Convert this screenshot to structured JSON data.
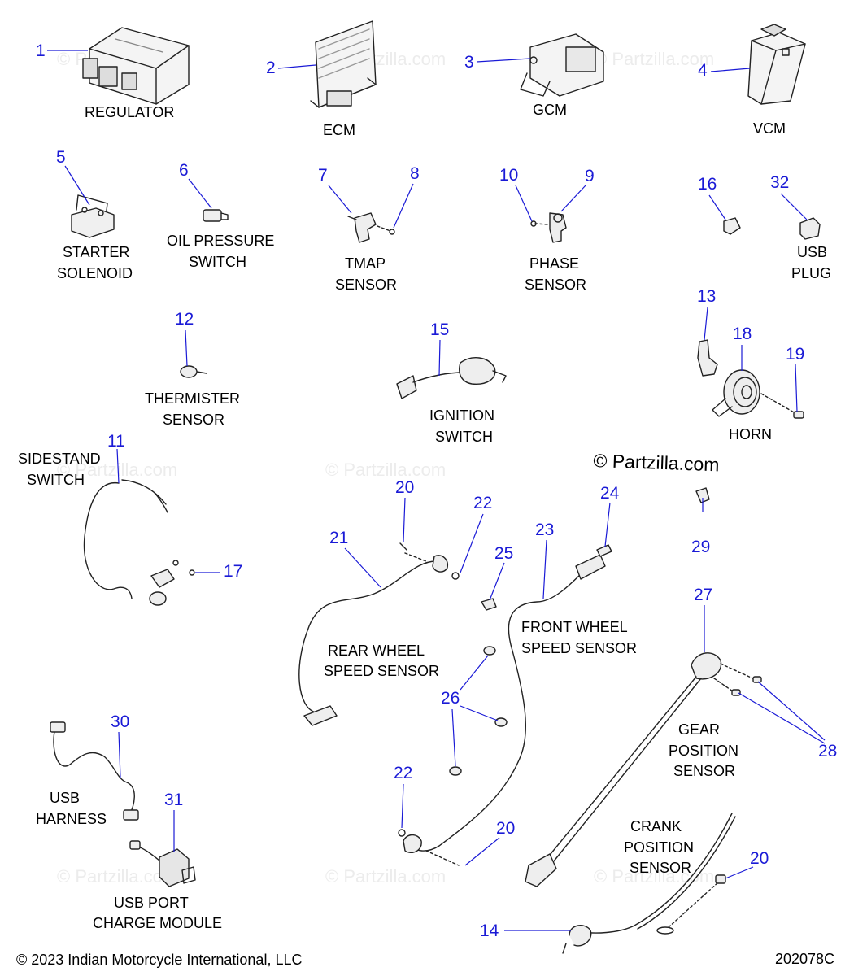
{
  "watermark": "© Partzilla.com",
  "brand_mark": "© Partzilla.com",
  "copyright": "© 2023 Indian Motorcycle International, LLC",
  "diagram_code": "202078C",
  "labels": {
    "regulator": "REGULATOR",
    "ecm": "ECM",
    "gcm": "GCM",
    "vcm": "VCM",
    "starter_1": "STARTER",
    "starter_2": "SOLENOID",
    "oil_1": "OIL PRESSURE",
    "oil_2": "SWITCH",
    "tmap_1": "TMAP",
    "tmap_2": "SENSOR",
    "phase_1": "PHASE",
    "phase_2": "SENSOR",
    "usbplug_1": "USB",
    "usbplug_2": "PLUG",
    "therm_1": "THERMISTER",
    "therm_2": "SENSOR",
    "ign_1": "IGNITION",
    "ign_2": "SWITCH",
    "horn": "HORN",
    "side_1": "SIDESTAND",
    "side_2": "SWITCH",
    "rear_1": "REAR WHEEL",
    "rear_2": "SPEED SENSOR",
    "front_1": "FRONT WHEEL",
    "front_2": "SPEED SENSOR",
    "gear_1": "GEAR",
    "gear_2": "POSITION",
    "gear_3": "SENSOR",
    "usbh_1": "USB",
    "usbh_2": "HARNESS",
    "crank_1": "CRANK",
    "crank_2": "POSITION",
    "crank_3": "SENSOR",
    "usbport_1": "USB PORT",
    "usbport_2": "CHARGE MODULE"
  },
  "callouts": {
    "c1": "1",
    "c2": "2",
    "c3": "3",
    "c4": "4",
    "c5": "5",
    "c6": "6",
    "c7": "7",
    "c8": "8",
    "c9": "9",
    "c10": "10",
    "c11": "11",
    "c12": "12",
    "c13": "13",
    "c14": "14",
    "c15": "15",
    "c16": "16",
    "c17": "17",
    "c18": "18",
    "c19": "19",
    "c20a": "20",
    "c20b": "20",
    "c20c": "20",
    "c21": "21",
    "c22a": "22",
    "c22b": "22",
    "c23": "23",
    "c24": "24",
    "c25": "25",
    "c26": "26",
    "c27": "27",
    "c28": "28",
    "c29": "29",
    "c30": "30",
    "c31": "31",
    "c32": "32"
  },
  "colors": {
    "callout": "#1a1ad6",
    "line": "#1a1ad6",
    "ink": "#000000",
    "watermark": "#ececec"
  }
}
